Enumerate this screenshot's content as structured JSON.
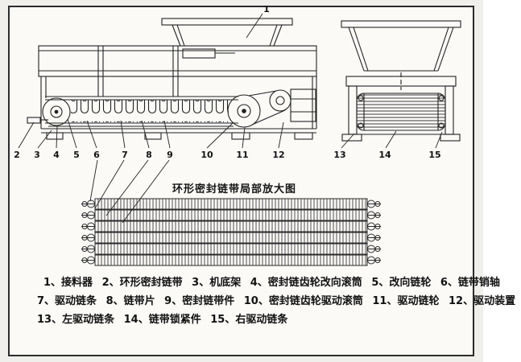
{
  "drawing": {
    "type": "engineering-diagram",
    "line_color": "#222222",
    "sheet_color": "#fbfaf7",
    "border_color": "#2b2b2b"
  },
  "detail": {
    "title": "环形密封链带局部放大图"
  },
  "callouts": {
    "side": [
      "1",
      "2",
      "3",
      "4",
      "5",
      "6",
      "7",
      "8",
      "9",
      "10",
      "11",
      "12"
    ],
    "end": [
      "13",
      "14",
      "15"
    ]
  },
  "legend": {
    "rows": [
      [
        "1、接料器",
        "2、环形密封链带",
        "3、机底架",
        "4、密封链齿轮改向滚筒",
        "5、改向链轮",
        "6、链带销轴"
      ],
      [
        "7、驱动链条",
        "8、链带片",
        "9、密封链带件",
        "10、密封链齿轮驱动滚筒",
        "11、驱动链轮",
        "12、驱动装置"
      ],
      [
        "13、左驱动链条",
        "14、链带锁紧件",
        "15、右驱动链条"
      ]
    ]
  }
}
